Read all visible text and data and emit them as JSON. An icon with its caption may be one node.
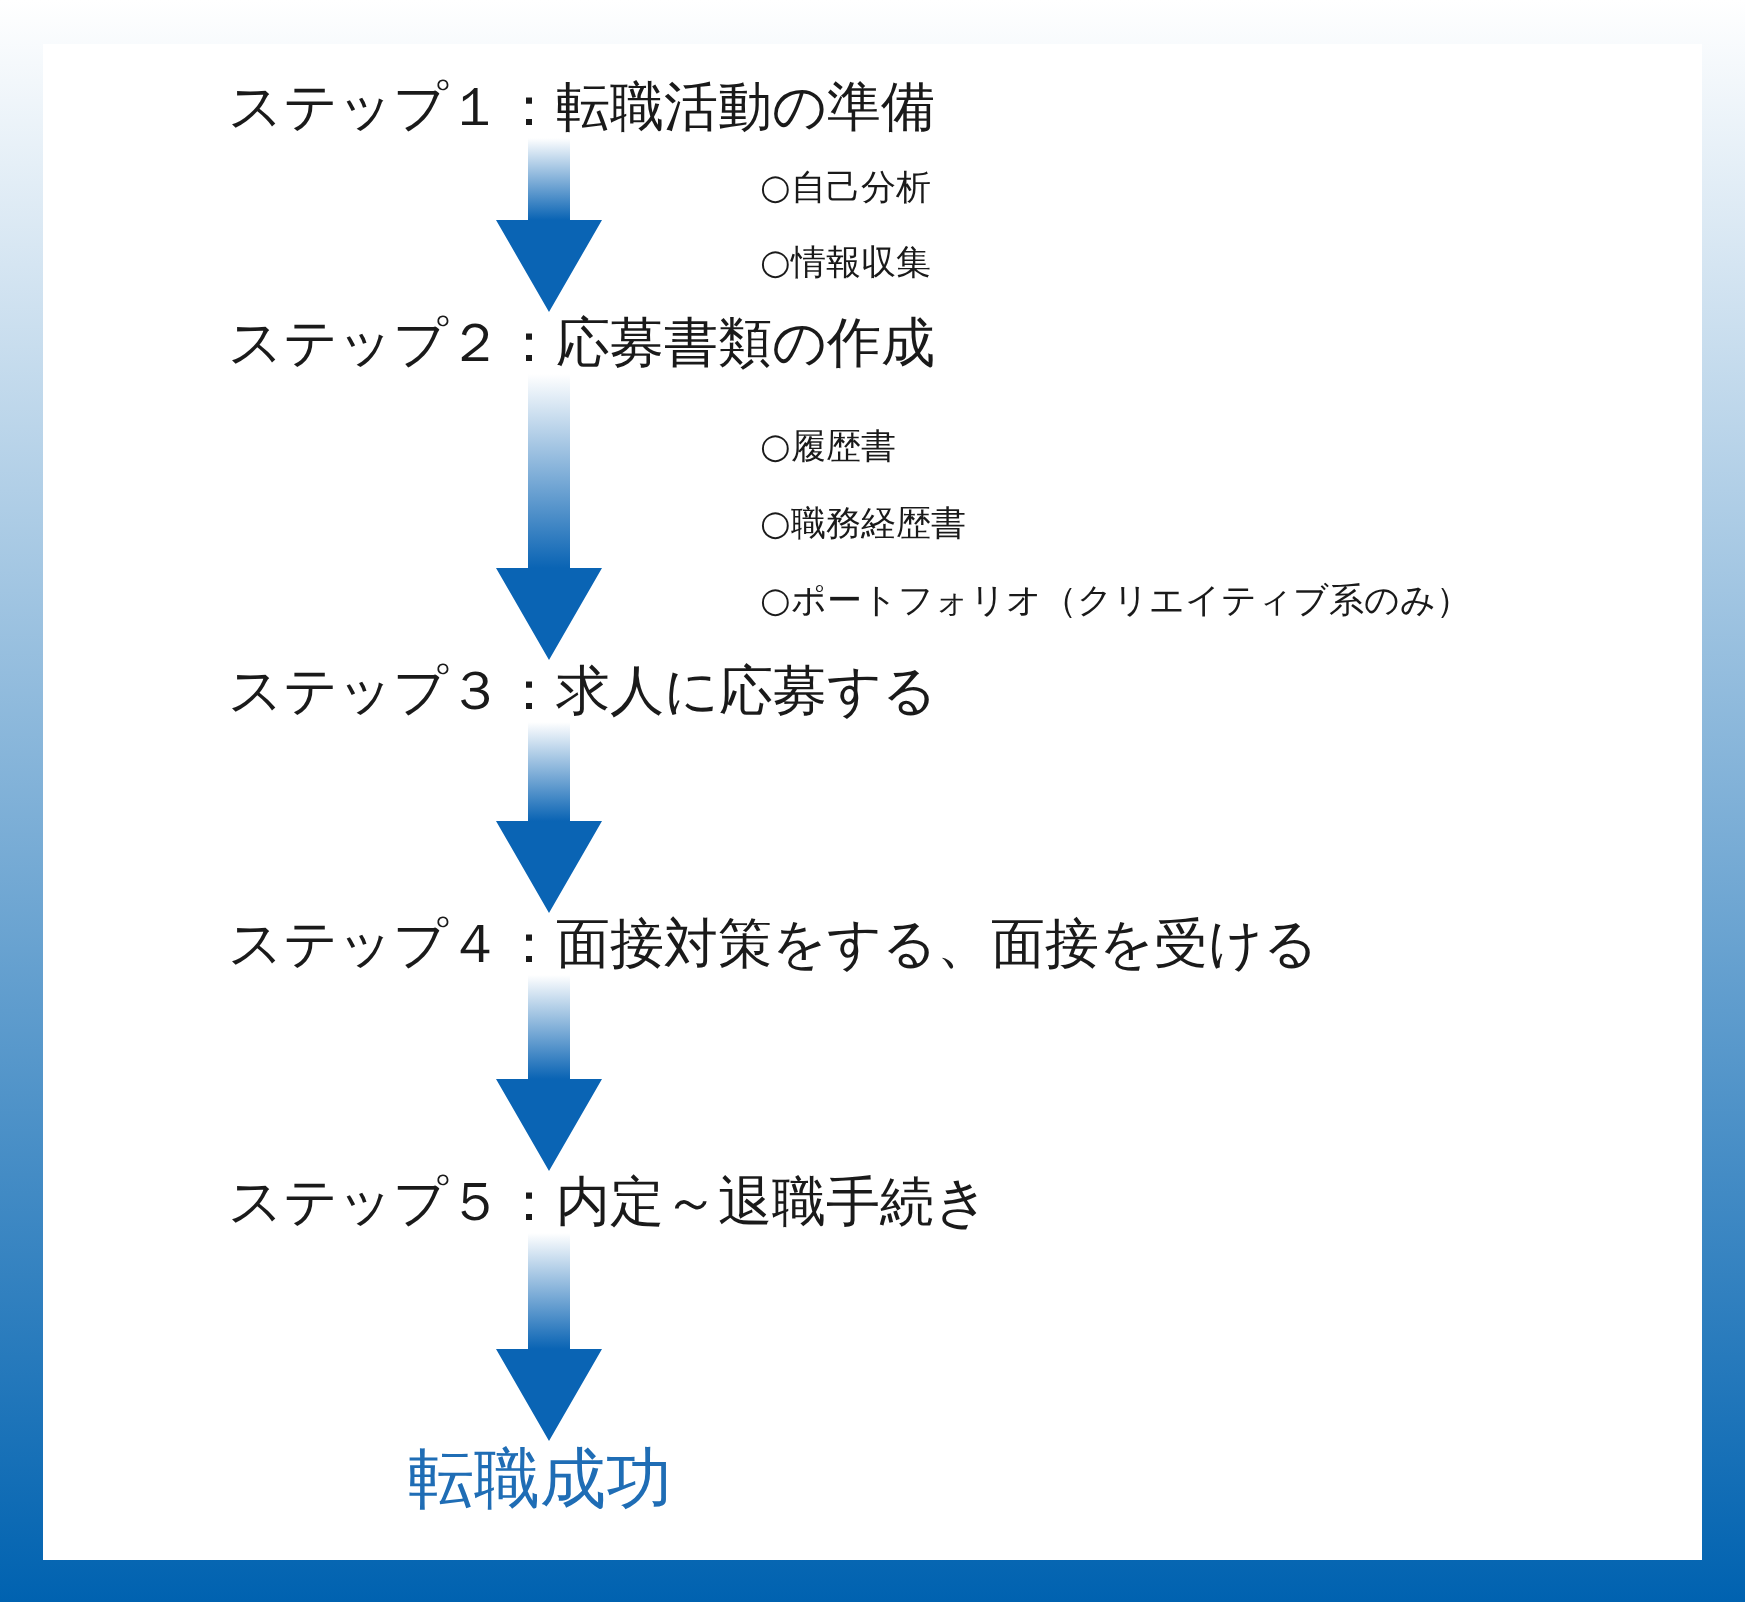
{
  "diagram": {
    "nodes": [
      {
        "text": [
          "ステップ１：転職活動の準備"
        ],
        "beside": [
          "○自己分析",
          "○情報収集"
        ]
      },
      {
        "text": [
          "ステップ２：応募書類の作成"
        ],
        "beside": [
          "○履歴書",
          "○職務経歴書",
          "○ポートフォリオ（クリエイティブ系のみ）"
        ]
      },
      {
        "text": [
          "ステップ３：求人に応募する"
        ]
      },
      {
        "text": [
          "ステップ４：面接対策をする、面接を受ける"
        ]
      },
      {
        "text": [
          "ステップ５：内定～退職手続き"
        ]
      },
      {
        "text": [
          "転職成功"
        ]
      }
    ],
    "edges": [
      {
        "from": 0,
        "to": 1,
        "arrow": "to"
      },
      {
        "from": 1,
        "to": 2,
        "arrow": "to"
      },
      {
        "from": 2,
        "to": 3,
        "arrow": "to"
      },
      {
        "from": 3,
        "to": 4,
        "arrow": "to"
      },
      {
        "from": 4,
        "to": 5,
        "arrow": "to"
      }
    ]
  }
}
